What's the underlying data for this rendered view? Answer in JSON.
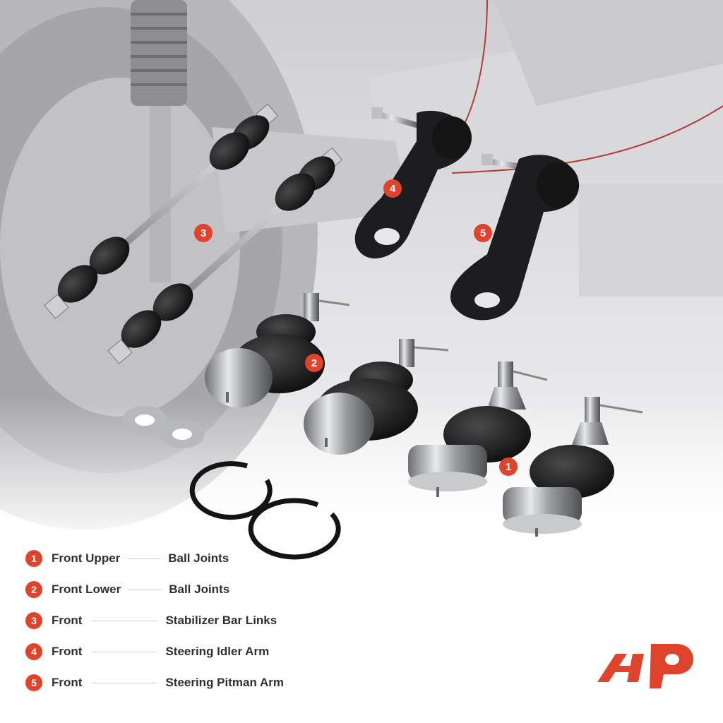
{
  "accent_color": "#e0432b",
  "callouts": [
    "1",
    "2",
    "3",
    "4",
    "5"
  ],
  "legend": [
    {
      "num": "1",
      "position": "Front Upper",
      "part": "Ball Joints"
    },
    {
      "num": "2",
      "position": "Front Lower",
      "part": "Ball Joints"
    },
    {
      "num": "3",
      "position": "Front",
      "part": "Stabilizer Bar Links"
    },
    {
      "num": "4",
      "position": "Front",
      "part": "Steering Idler Arm"
    },
    {
      "num": "5",
      "position": "Front",
      "part": "Steering Pitman Arm"
    }
  ],
  "logo_text": "AP"
}
